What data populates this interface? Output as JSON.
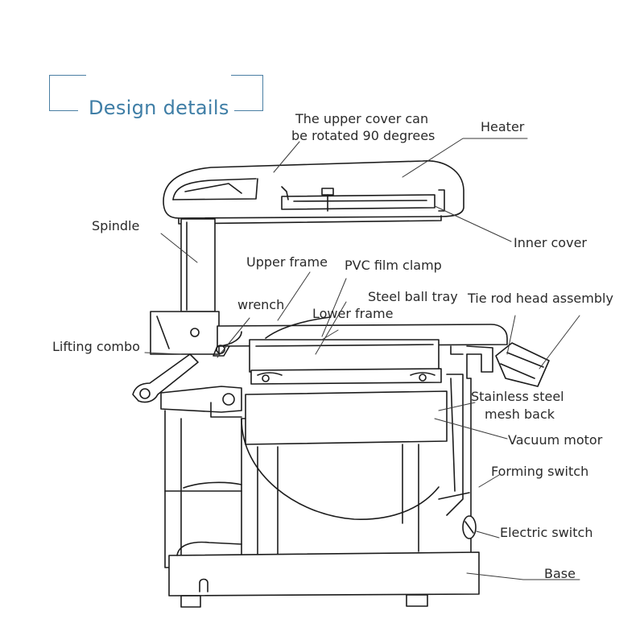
{
  "title": "Design details",
  "labels": {
    "upper_cover_line1": "The upper cover can",
    "upper_cover_line2": "be rotated 90 degrees",
    "heater": "Heater",
    "spindle": "Spindle",
    "inner_cover": "Inner cover",
    "upper_frame": "Upper frame",
    "pvc_film_clamp": "PVC film clamp",
    "steel_ball_tray": "Steel ball tray",
    "tie_rod_head_assembly": "Tie rod head assembly",
    "wrench": "wrench",
    "lower_frame": "Lower frame",
    "lifting_combo": "Lifting combo",
    "stainless_steel_line1": "Stainless steel",
    "stainless_steel_line2": "mesh back",
    "vacuum_motor": "Vacuum motor",
    "forming_switch": "Forming switch",
    "electric_switch": "Electric switch",
    "base": "Base"
  },
  "colors": {
    "title": "#3f7ea6",
    "frame": "#4a7fa3",
    "line": "#1c1c1c",
    "label": "#2a2a2a"
  }
}
